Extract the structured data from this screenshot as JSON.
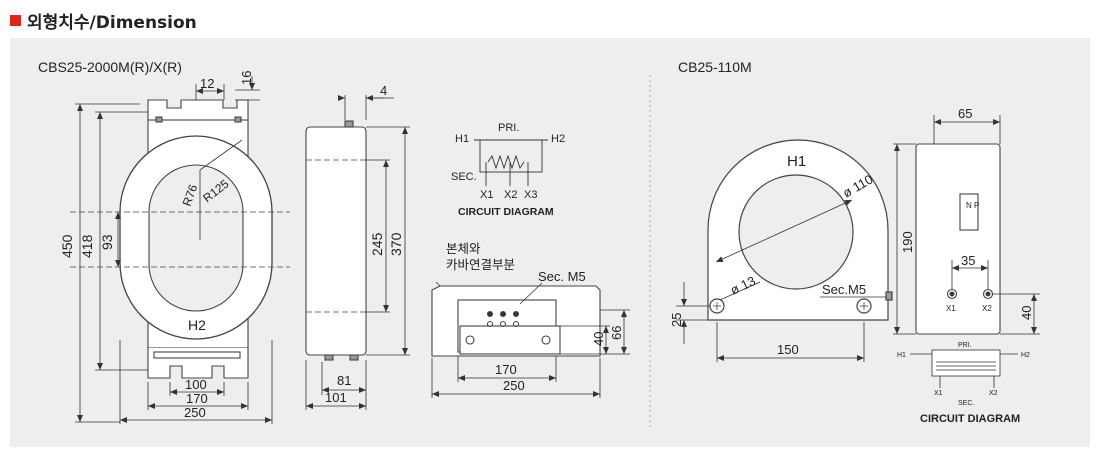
{
  "header": {
    "title": "외형치수/Dimension",
    "marker_color": "#e2231a"
  },
  "left": {
    "model": "CBS25-2000M(R)/X(R)",
    "front": {
      "dim_top1": "12",
      "dim_top2": "16",
      "dim_height_outer": "450",
      "dim_height_inner": "418",
      "dim_window": "93",
      "r_inner": "R76",
      "r_outer": "R125",
      "face_label": "H2",
      "dim_bottom1": "100",
      "dim_bottom2": "170",
      "dim_bottom3": "250"
    },
    "side": {
      "dim_top": "4",
      "dim_h1": "245",
      "dim_h2": "370",
      "dim_b1": "81",
      "dim_b2": "101"
    },
    "circuit": {
      "pri": "PRI.",
      "h1": "H1",
      "h2": "H2",
      "sec": "SEC.",
      "x1": "X1",
      "x2": "X2",
      "x3": "X3",
      "caption": "CIRCUIT DIAGRAM"
    },
    "bottom": {
      "note_line1": "본체와",
      "note_line2": "카바연결부분",
      "sec_label": "Sec. M5",
      "dim_h1": "40",
      "dim_h2": "66",
      "dim_w1": "170",
      "dim_w2": "250"
    }
  },
  "right": {
    "model": "CB25-110M",
    "front": {
      "face_label": "H1",
      "dia_window": "ø 110",
      "dia_hole": "ø 13",
      "sec_label": "Sec.M5",
      "dim_left": "25",
      "dim_bottom": "150"
    },
    "side": {
      "dim_top": "65",
      "dim_height": "190",
      "np": "N P",
      "dim_terminal": "35",
      "x1": "X1",
      "x2": "X2",
      "dim_right": "40"
    },
    "circuit": {
      "pri": "PRI.",
      "h1": "H1",
      "h2": "H2",
      "x1": "X1",
      "x2": "X2",
      "sec": "SEC.",
      "caption": "CIRCUIT DIAGRAM"
    }
  }
}
